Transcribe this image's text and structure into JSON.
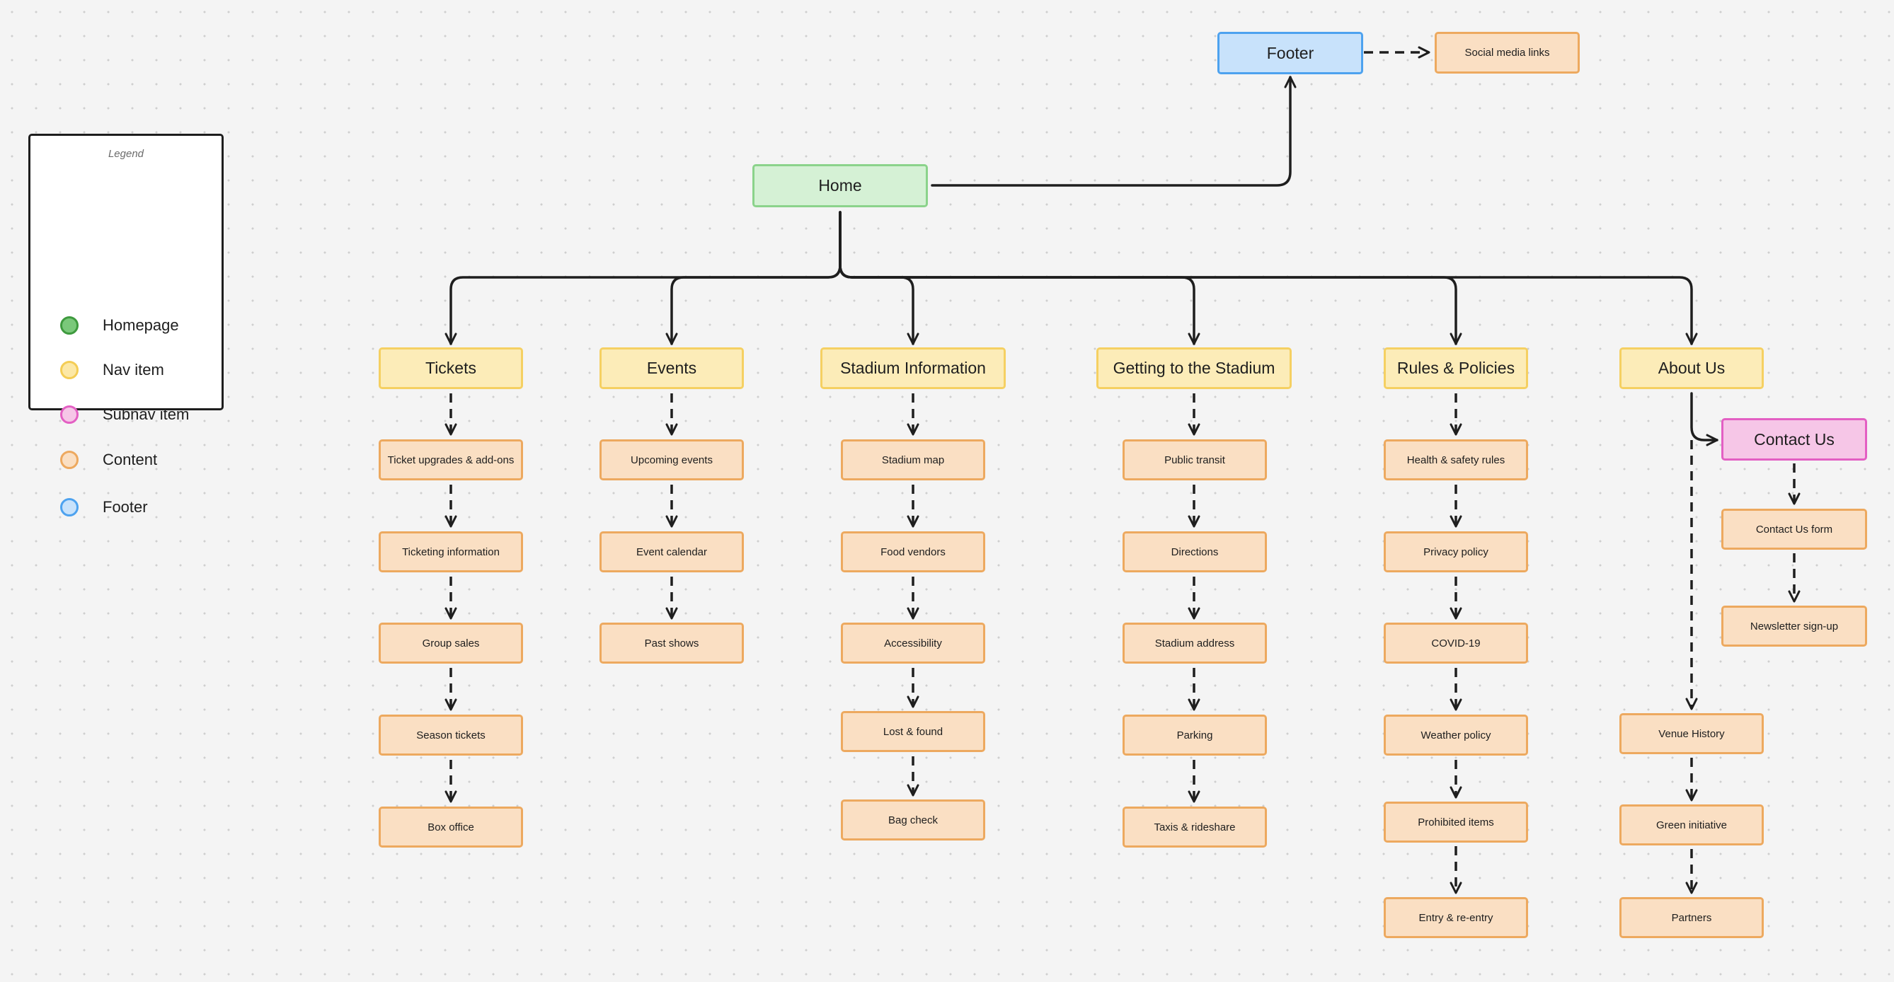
{
  "legend": {
    "title": "Legend",
    "items": [
      {
        "label": "Homepage",
        "fill": "#7ac87a",
        "stroke": "#3e9a3e"
      },
      {
        "label": "Nav item",
        "fill": "#fce8a6",
        "stroke": "#f4cd55"
      },
      {
        "label": "Subnav item",
        "fill": "#f6c6e7",
        "stroke": "#e35fc3"
      },
      {
        "label": "Content",
        "fill": "#fadfc3",
        "stroke": "#eda95f"
      },
      {
        "label": "Footer",
        "fill": "#c8e2fb",
        "stroke": "#4da2ef"
      }
    ]
  },
  "nodes": {
    "home": "Home",
    "footer": "Footer",
    "social": "Social media links",
    "tickets": "Tickets",
    "events": "Events",
    "stadium": "Stadium Information",
    "getting": "Getting to the Stadium",
    "rules": "Rules & Policies",
    "about": "About Us",
    "contact": "Contact Us",
    "t1": "Ticket upgrades & add-ons",
    "t2": "Ticketing information",
    "t3": "Group sales",
    "t4": "Season tickets",
    "t5": "Box office",
    "e1": "Upcoming events",
    "e2": "Event calendar",
    "e3": "Past shows",
    "s1": "Stadium map",
    "s2": "Food vendors",
    "s3": "Accessibility",
    "s4": "Lost & found",
    "s5": "Bag check",
    "g1": "Public transit",
    "g2": "Directions",
    "g3": "Stadium address",
    "g4": "Parking",
    "g5": "Taxis & rideshare",
    "r1": "Health & safety rules",
    "r2": "Privacy policy",
    "r3": "COVID-19",
    "r4": "Weather policy",
    "r5": "Prohibited items",
    "r6": "Entry & re-entry",
    "c1": "Contact Us form",
    "c2": "Newsletter sign-up",
    "a1": "Venue History",
    "a2": "Green initiative",
    "a3": "Partners"
  }
}
